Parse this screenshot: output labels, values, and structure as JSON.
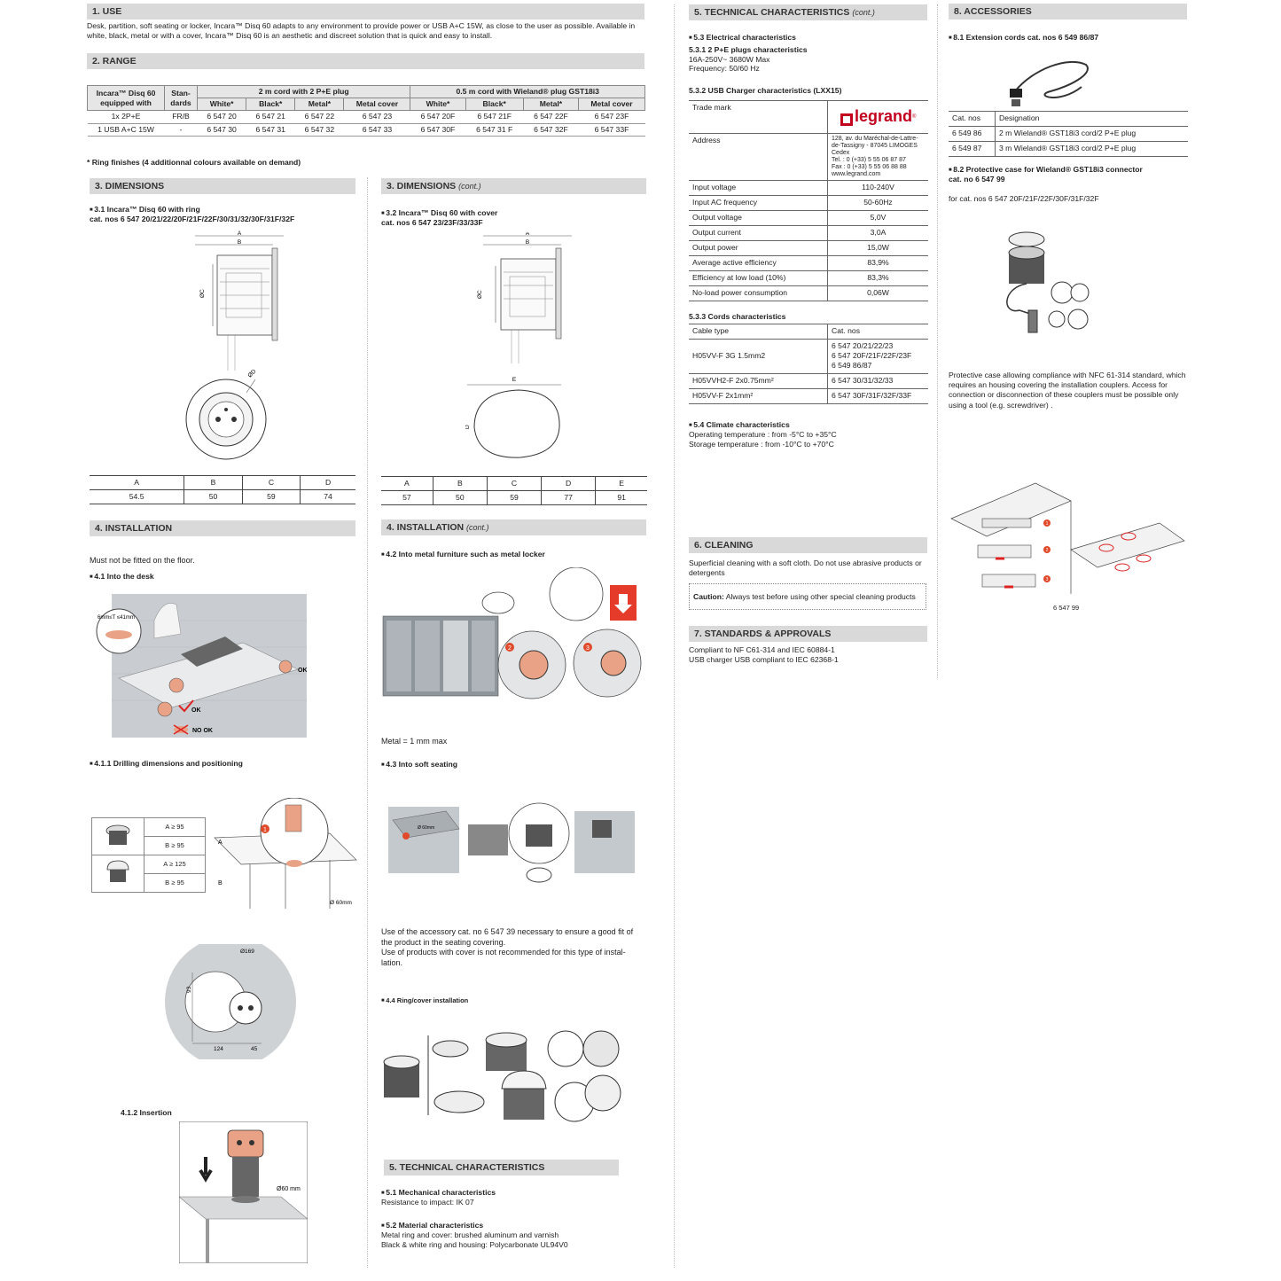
{
  "s1": {
    "title": "1. USE",
    "body": "Desk, partition, soft seating or locker, Incara™ Disq 60 adapts to any environment to provide power or USB A+C 15W, as close to the user as possible. Available in white, black, metal or with a cover, Incara™ Disq 60 is an aesthetic and discreet solution that is quick and easy to install."
  },
  "s2": {
    "title": "2. RANGE",
    "head_equipped": "Incara™ Disq 60 equipped with",
    "head_standards": "Stan-dards",
    "head_group1": "2 m cord  with 2 P+E plug",
    "head_group2": "0.5 m cord  with Wieland® plug GST18i3",
    "cols": [
      "White*",
      "Black*",
      "Metal*",
      "Metal cover",
      "White*",
      "Black*",
      "Metal*",
      "Metal cover"
    ],
    "rows": [
      {
        "equipped": "1x 2P+E",
        "std": "FR/B",
        "vals": [
          "6 547 20",
          "6 547 21",
          "6 547 22",
          "6 547 23",
          "6 547 20F",
          "6 547 21F",
          "6 547 22F",
          "6 547 23F"
        ]
      },
      {
        "equipped": "1 USB A+C 15W",
        "std": "-",
        "vals": [
          "6 547 30",
          "6 547 31",
          "6 547 32",
          "6 547 33",
          "6 547 30F",
          "6 547 31 F",
          "6 547 32F",
          "6 547 33F"
        ]
      }
    ],
    "note": "* Ring finishes (4 additionnal colours available on demand)"
  },
  "s3": {
    "title": "3. DIMENSIONS",
    "sub1_a": "3.1 Incara™ Disq 60 with ring",
    "sub1_b": "cat. nos  6 547 20/21/22/20F/21F/22F/30/31/32/30F/31F/32F",
    "dims1_head": [
      "A",
      "B",
      "C",
      "D"
    ],
    "dims1_vals": [
      "54.5",
      "50",
      "59",
      "74"
    ],
    "title_cont": "3. DIMENSIONS",
    "cont": "(cont.)",
    "sub2_a": "3.2 Incara™ Disq 60 with cover",
    "sub2_b": "cat. nos 6 547 23/23F/33/33F",
    "dims2_head": [
      "A",
      "B",
      "C",
      "D",
      "E"
    ],
    "dims2_vals": [
      "57",
      "50",
      "59",
      "77",
      "91"
    ],
    "fig_labels": {
      "a": "A",
      "b": "B",
      "c": "ØC",
      "d": "ØD",
      "e": "E",
      "d2": "D"
    }
  },
  "s4": {
    "title": "4. INSTALLATION",
    "note": "Must not be fitted on the floor.",
    "sub41": "4.1 Into the desk",
    "ok": "OK",
    "nook": "NO OK",
    "thick": "6mm≤T ≤41mm",
    "sub411": "4.1.1 Drilling dimensions and positioning",
    "drill_rows": [
      "A ≥ 95",
      "B ≥ 95",
      "A ≥ 125",
      "B ≥ 95"
    ],
    "dia60": "Ø 60mm",
    "dia169": "Ø169",
    "d93": "93",
    "d124": "124",
    "d45": "45",
    "sub412": "4.1.2 Insertion",
    "dia60b": "Ø60 mm",
    "title_cont": "4. INSTALLATION",
    "cont": "(cont.)",
    "sub42": "4.2 Into metal furniture such as metal locker",
    "metal": "Metal = 1 mm max",
    "sub43": "4.3 Into soft seating",
    "seating_text": "Use of the accessory cat. no 6 547 39 necessary to ensure a good fit of the product in the seating covering.\nUse of products with cover is not recommended for this type of instal-lation.",
    "sub44": "4.4 Ring/cover installation"
  },
  "s5": {
    "title": "5. TECHNICAL CHARACTERISTICS",
    "sub51": "5.1 Mechanical characteristics",
    "mech": "Resistance to impact: IK 07",
    "sub52": "5.2 Material characteristics",
    "mat1": "Metal ring and cover: brushed aluminum and varnish",
    "mat2": "Black & white ring and housing: Polycarbonate UL94V0",
    "title_cont": "5. TECHNICAL CHARACTERISTICS",
    "cont": "(cont.)",
    "sub53": "5.3 Electrical characteristics",
    "sub531": "5.3.1 2 P+E plugs characteristics",
    "plug1": "16A-250V~ 3680W Max",
    "plug2": "Frequency: 50/60 Hz",
    "sub532": "5.3.2 USB Charger characteristics (LXX15)",
    "trade_mark": "Trade mark",
    "brand": "legrand",
    "address_label": "Address",
    "address": "128, av. du Maréchal-de-Lattre-de-Tassigny - 87045 LIMOGES Cedex\nTel. : 0 (+33) 5 55 06 87 87\nFax : 0 (+33) 5 55 06 88 88\nwww.legrand.com",
    "usb_rows": [
      [
        "Input voltage",
        "110-240V"
      ],
      [
        "Input AC frequency",
        "50-60Hz"
      ],
      [
        "Output voltage",
        "5,0V"
      ],
      [
        "Output current",
        "3,0A"
      ],
      [
        "Output power",
        "15,0W"
      ],
      [
        "Average active efficiency",
        "83,9%"
      ],
      [
        "Efficiency at low load (10%)",
        "83,3%"
      ],
      [
        "No-load power consumption",
        "0,06W"
      ]
    ],
    "sub533": "5.3.3 Cords characteristics",
    "cord_head": [
      "Cable type",
      "Cat. nos"
    ],
    "cord_rows": [
      [
        "H05VV-F 3G 1.5mm2",
        "6 547 20/21/22/23\n6 547 20F/21F/22F/23F\n6 549 86/87"
      ],
      [
        "H05VVH2-F 2x0.75mm²",
        "6 547 30/31/32/33"
      ],
      [
        "H05VV-F 2x1mm²",
        "6 547 30F/31F/32F/33F"
      ]
    ],
    "sub54": "5.4 Climate characteristics",
    "clim1": "Operating temperature : from -5°C  to  +35°C",
    "clim2": "Storage temperature : from -10°C  to  +70°C"
  },
  "s6": {
    "title": "6. CLEANING",
    "body": "Superficial cleaning with a soft cloth. Do not use abrasive products or detergents",
    "caution_label": "Caution:",
    "caution": " Always test before using other special cleaning products"
  },
  "s7": {
    "title": "7. STANDARDS & APPROVALS",
    "l1": "Compliant to NF C61-314 and IEC 60884-1",
    "l2": "USB charger USB compliant to IEC 62368-1"
  },
  "s8": {
    "title": "8. ACCESSORIES",
    "sub81": "8.1 Extension cords cat. nos 6 549 86/87",
    "acc_head": [
      "Cat. nos",
      "Designation"
    ],
    "acc_rows": [
      [
        "6 549 86",
        "2 m Wieland® GST18i3 cord/2 P+E plug"
      ],
      [
        "6 549 87",
        "3 m Wieland® GST18i3 cord/2 P+E plug"
      ]
    ],
    "sub82a": "8.2 Protective case for  Wieland® GST18i3 connector",
    "sub82b": "cat. no 6 547 99",
    "for": "for cat. nos 6 547 20F/21F/22F/30F/31F/32F",
    "desc": "Protective case allowing compliance with NFC 61-314 standard, which requires an housing covering the installation couplers. Access for connection or disconnection of these couplers must be possible only using a tool (e.g. screwdriver) .",
    "ref": "6 547 99"
  }
}
